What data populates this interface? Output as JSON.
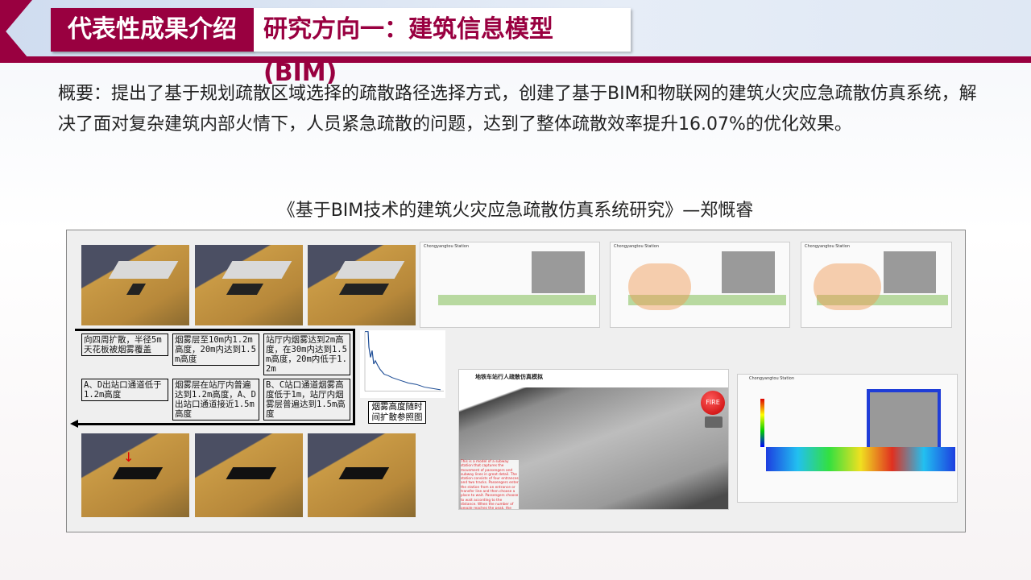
{
  "header": {
    "section": "代表性成果介绍",
    "title": "研究方向一：建筑信息模型 (BIM)"
  },
  "summary": "概要：提出了基于规划疏散区域选择的疏散路径选择方式，创建了基于BIM和物联网的建筑火灾应急疏散仿真系统，解决了面对复杂建筑内部火情下，人员紧急疏散的问题，达到了整体疏散效率提升16.07%的优化效果。",
  "caption": "《基于BIM技术的建筑火灾应急疏散仿真系统研究》—郑慨睿",
  "figure": {
    "plan_header": "Chongyangtou Station",
    "flow_boxes": [
      "向四周扩散，半径5m天花板被烟雾覆盖",
      "烟雾层至10m内1.2m高度，20m内达到1.5m高度",
      "站厅内烟雾达到2m高度，在30m内达到1.5m高度，20m内低于1.2m",
      "A、D出站口通道低于1.2m高度",
      "烟雾层在站厅内普遍达到1.2m高度，A、D出站口通道接近1.5m高度",
      "B、C站口通道烟雾高度低于1m，站厅内烟雾层普遍达到1.5m高度"
    ],
    "chart_caption": "烟雾高度随时间扩散参照图",
    "sim_title": "地铁车站行人疏散仿真模拟",
    "fire_label": "FIRE",
    "sim_desc": "This is a model of a subway station that captures the movement of passengers and subway lines in great detail. The station consists of four entrances and two tracks. Passengers enter the station from an entrance or transfer line and then choose a place to wait. Passengers choose to wait according to the distance. When the number of people reaches the peak, the model will carry out the evaluation process."
  }
}
